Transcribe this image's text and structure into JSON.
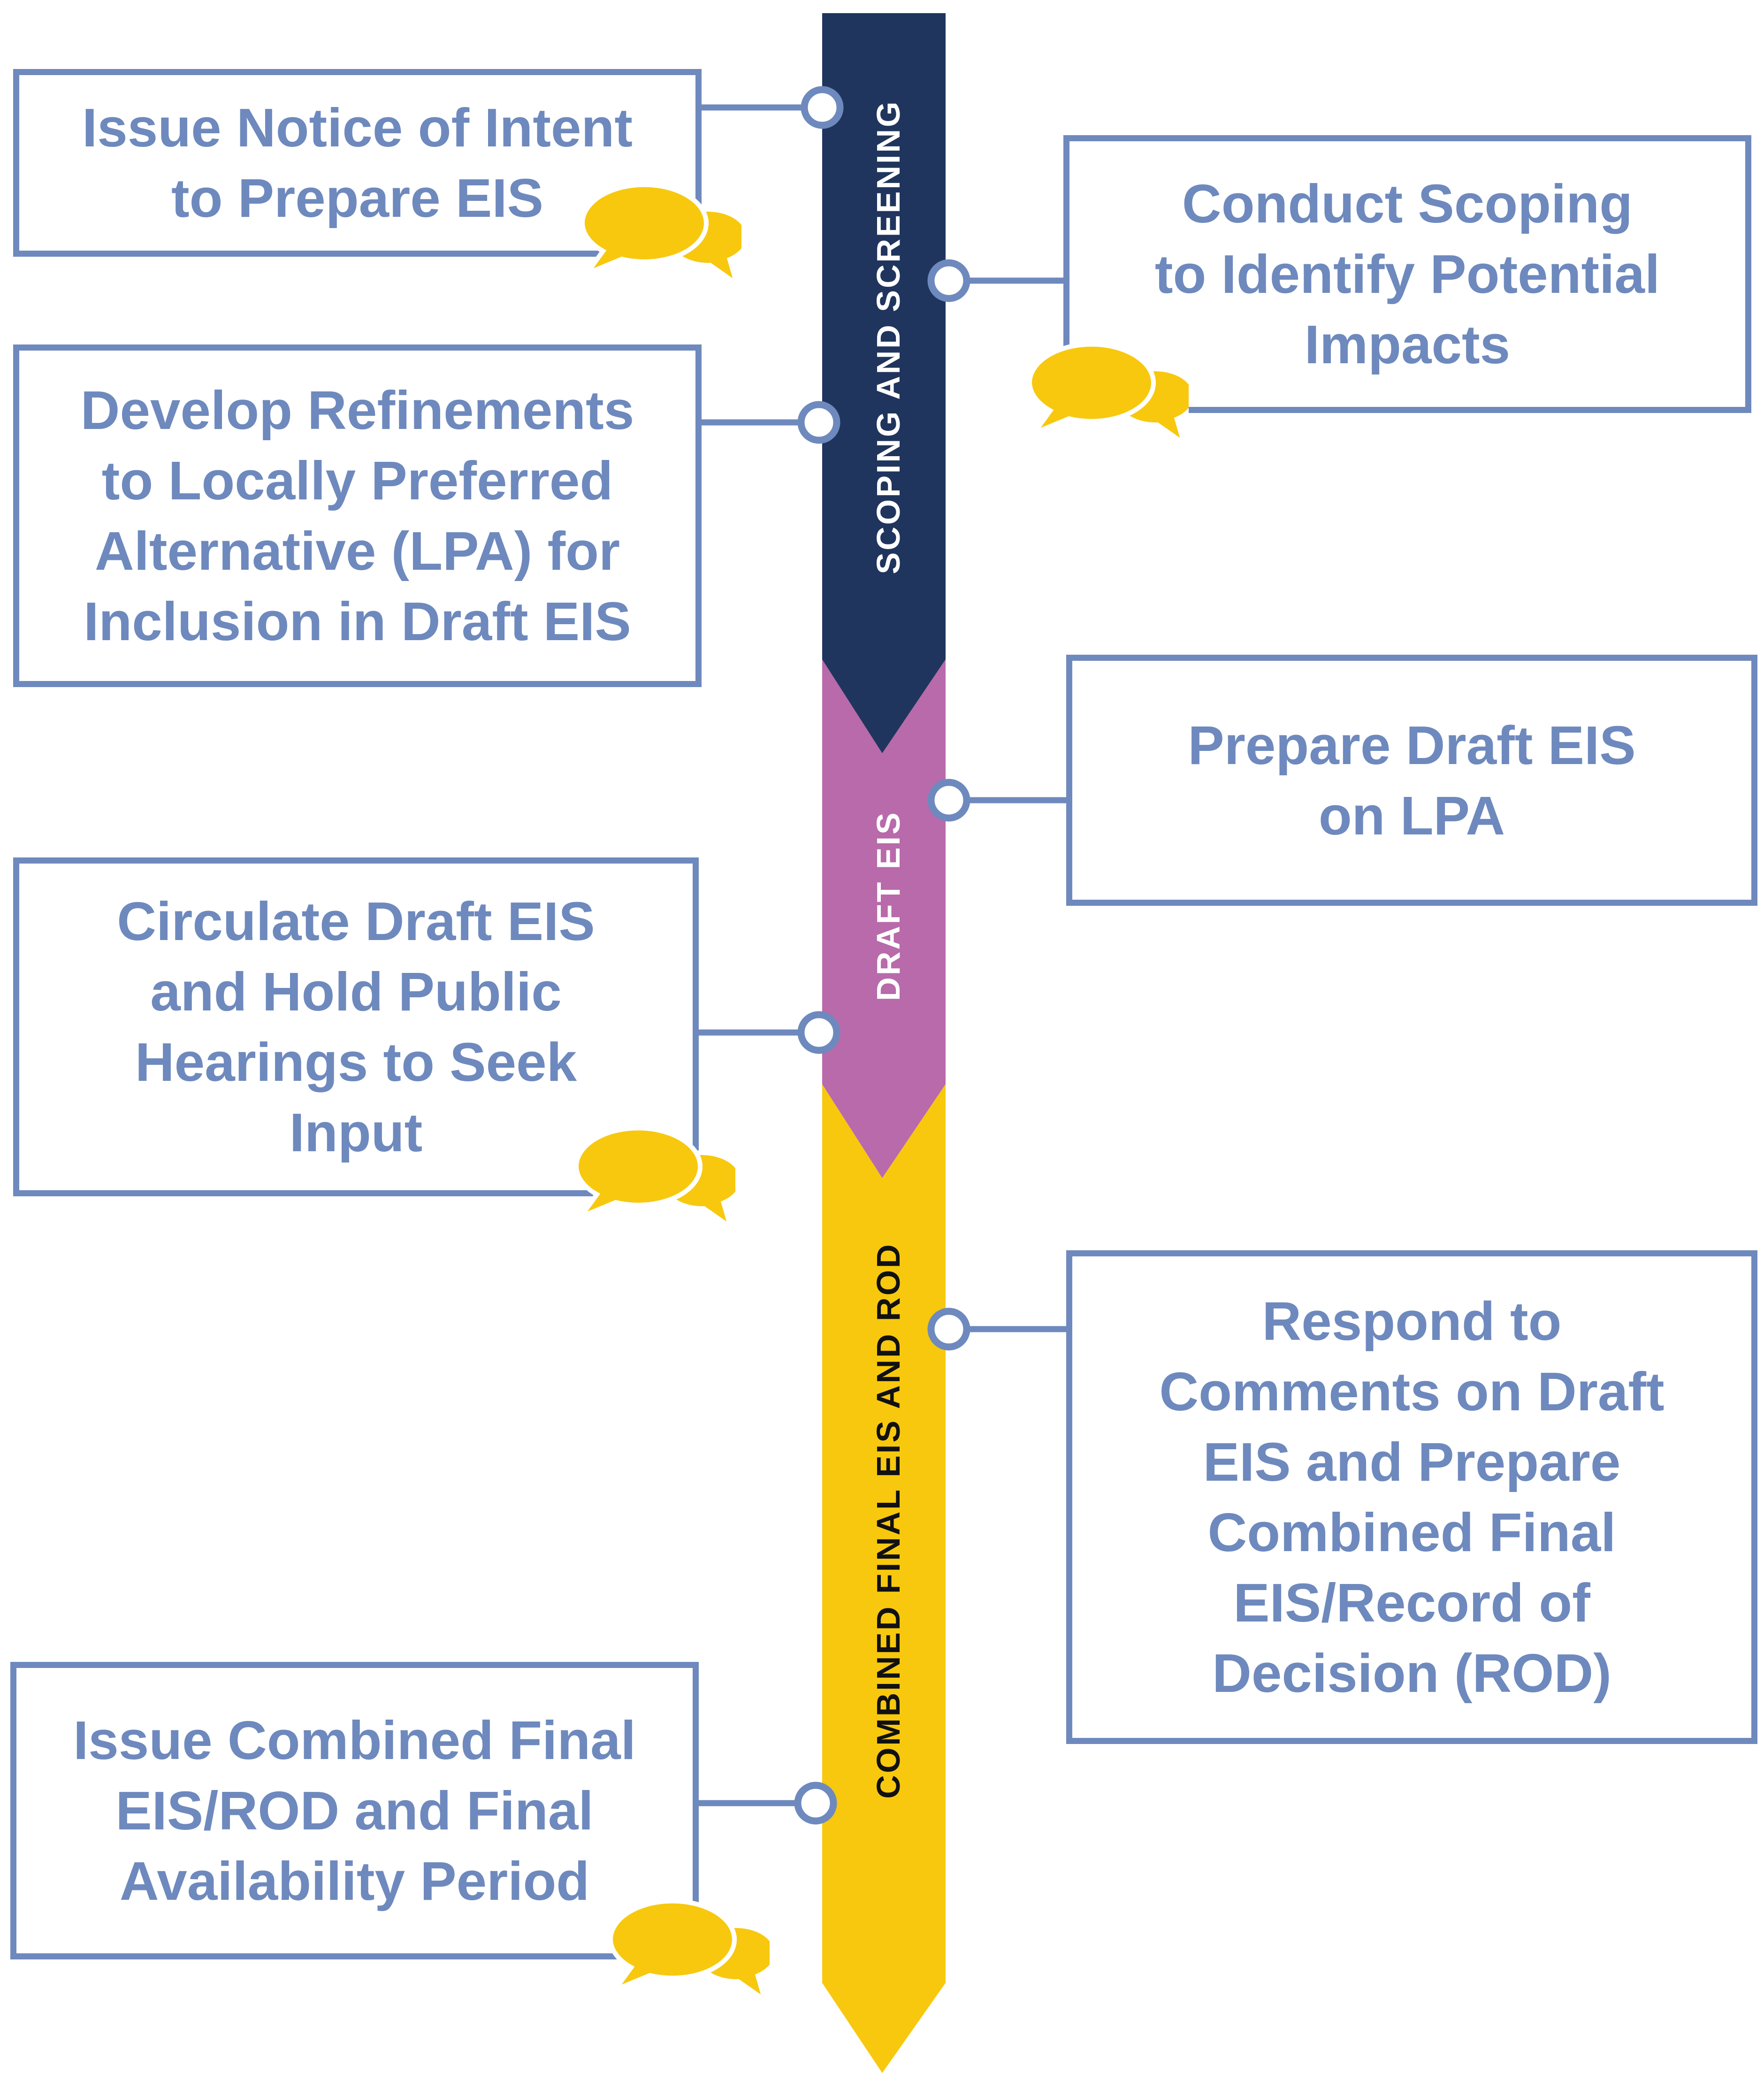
{
  "colors": {
    "box_border": "#6e89bd",
    "box_text": "#6e89bd",
    "phase_scoping": "#1f355d",
    "phase_draft": "#b86aab",
    "phase_final": "#f7c80e",
    "chat_icon": "#f7c80e"
  },
  "phases": [
    {
      "id": "scoping",
      "label": "SCOPING AND SCREENING"
    },
    {
      "id": "draft",
      "label": "DRAFT EIS"
    },
    {
      "id": "final",
      "label": "COMBINED FINAL EIS AND ROD"
    }
  ],
  "steps": [
    {
      "id": "notice-of-intent",
      "text": "Issue Notice of Intent\nto Prepare EIS",
      "has_comment_icon": true
    },
    {
      "id": "conduct-scoping",
      "text": "Conduct Scoping\nto Identify Potential\nImpacts",
      "has_comment_icon": true
    },
    {
      "id": "develop-refinements",
      "text": "Develop Refinements\nto Locally Preferred\nAlternative (LPA) for\nInclusion in Draft EIS",
      "has_comment_icon": false
    },
    {
      "id": "prepare-draft",
      "text": "Prepare Draft EIS\non LPA",
      "has_comment_icon": false
    },
    {
      "id": "circulate-draft",
      "text": "Circulate Draft EIS\nand Hold Public\nHearings to Seek\nInput",
      "has_comment_icon": true
    },
    {
      "id": "respond-comments",
      "text": "Respond to\nComments on Draft\nEIS and Prepare\nCombined Final\nEIS/Record of\nDecision (ROD)",
      "has_comment_icon": false
    },
    {
      "id": "issue-combined",
      "text": "Issue Combined Final\nEIS/ROD and Final\nAvailability Period",
      "has_comment_icon": true
    }
  ],
  "icons": {
    "comment": "speech-bubbles-icon",
    "connector": "timeline-node-icon"
  }
}
